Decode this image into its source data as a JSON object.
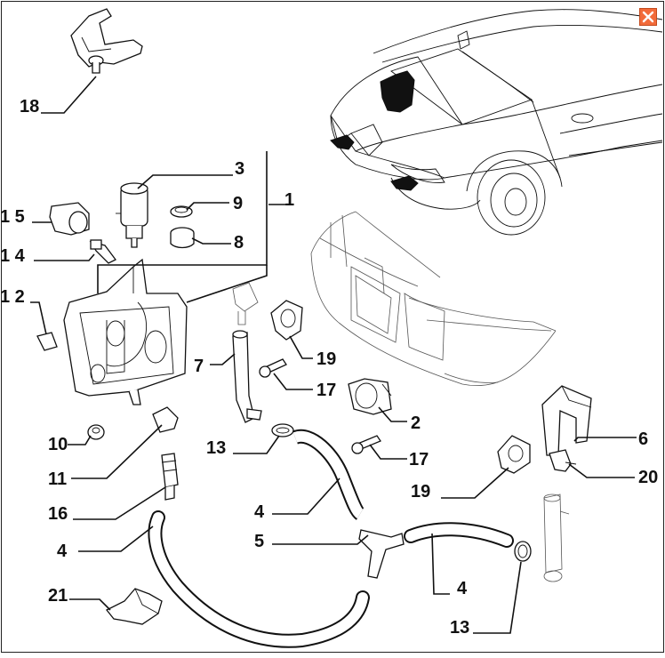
{
  "close_button": {
    "icon": "close-icon",
    "color": "#f26b3a"
  },
  "callouts": [
    {
      "id": "c18",
      "label": "18"
    },
    {
      "id": "c3",
      "label": "3"
    },
    {
      "id": "c1",
      "label": "1"
    },
    {
      "id": "c15",
      "label": "1 5"
    },
    {
      "id": "c9",
      "label": "9"
    },
    {
      "id": "c14",
      "label": "1 4"
    },
    {
      "id": "c8",
      "label": "8"
    },
    {
      "id": "c12",
      "label": "1 2"
    },
    {
      "id": "c19a",
      "label": "19"
    },
    {
      "id": "c7",
      "label": "7"
    },
    {
      "id": "c17a",
      "label": "17"
    },
    {
      "id": "c2",
      "label": "2"
    },
    {
      "id": "c10",
      "label": "10"
    },
    {
      "id": "c13a",
      "label": "13"
    },
    {
      "id": "c17b",
      "label": "17"
    },
    {
      "id": "c6",
      "label": "6"
    },
    {
      "id": "c11",
      "label": "11"
    },
    {
      "id": "c20",
      "label": "20"
    },
    {
      "id": "c19b",
      "label": "19"
    },
    {
      "id": "c16",
      "label": "16"
    },
    {
      "id": "c4a",
      "label": "4"
    },
    {
      "id": "c5",
      "label": "5"
    },
    {
      "id": "c4b",
      "label": "4"
    },
    {
      "id": "c4c",
      "label": "4"
    },
    {
      "id": "c21",
      "label": "21"
    },
    {
      "id": "c13b",
      "label": "13"
    }
  ]
}
